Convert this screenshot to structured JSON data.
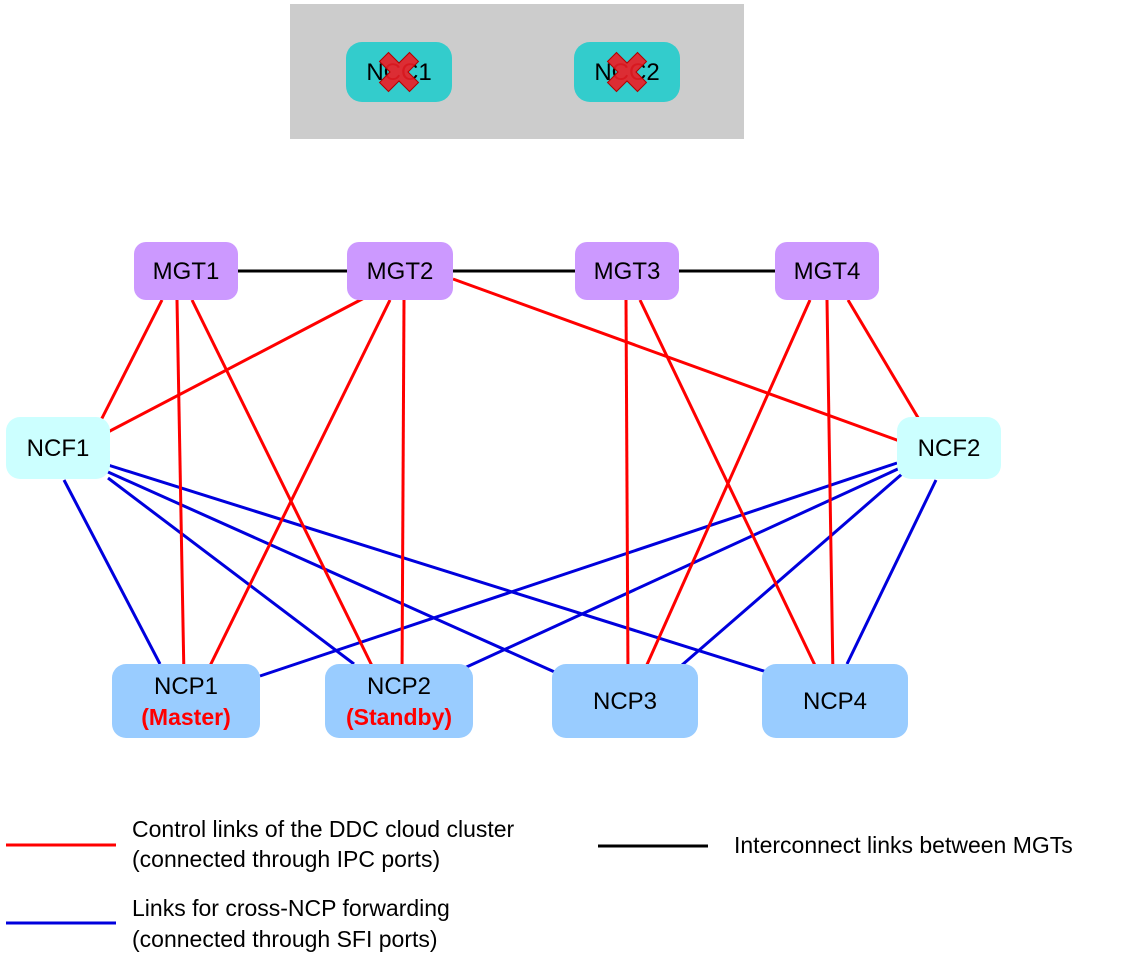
{
  "colors": {
    "control_link": "#ff0000",
    "forwarding_link": "#0000dd",
    "interconnect_link": "#000000",
    "ncc_fill": "#33cccc",
    "mgt_fill": "#cc99ff",
    "ncf_fill": "#ccffff",
    "ncp_fill": "#99ccff",
    "cluster_box_fill": "#cccccc",
    "fault_mark": "#ee1c24"
  },
  "ncc_nodes": [
    {
      "id": "NCC1",
      "label": "NCC1",
      "status_icon": "cross-icon"
    },
    {
      "id": "NCC2",
      "label": "NCC2",
      "status_icon": "cross-icon"
    }
  ],
  "mgt_nodes": [
    {
      "id": "MGT1",
      "label": "MGT1"
    },
    {
      "id": "MGT2",
      "label": "MGT2"
    },
    {
      "id": "MGT3",
      "label": "MGT3"
    },
    {
      "id": "MGT4",
      "label": "MGT4"
    }
  ],
  "ncf_nodes": [
    {
      "id": "NCF1",
      "label": "NCF1"
    },
    {
      "id": "NCF2",
      "label": "NCF2"
    }
  ],
  "ncp_nodes": [
    {
      "id": "NCP1",
      "label": "NCP1",
      "role": "(Master)"
    },
    {
      "id": "NCP2",
      "label": "NCP2",
      "role": "(Standby)"
    },
    {
      "id": "NCP3",
      "label": "NCP3",
      "role": ""
    },
    {
      "id": "NCP4",
      "label": "NCP4",
      "role": ""
    }
  ],
  "links": {
    "interconnect": [
      [
        "MGT1",
        "MGT2"
      ],
      [
        "MGT2",
        "MGT3"
      ],
      [
        "MGT3",
        "MGT4"
      ]
    ],
    "control": [
      [
        "MGT1",
        "NCF1"
      ],
      [
        "MGT1",
        "NCP1"
      ],
      [
        "MGT1",
        "NCP2"
      ],
      [
        "MGT2",
        "NCF1"
      ],
      [
        "MGT2",
        "NCP1"
      ],
      [
        "MGT2",
        "NCP2"
      ],
      [
        "MGT2",
        "NCF2"
      ],
      [
        "MGT3",
        "NCP3"
      ],
      [
        "MGT3",
        "NCP4"
      ],
      [
        "MGT4",
        "NCP3"
      ],
      [
        "MGT4",
        "NCP4"
      ],
      [
        "MGT4",
        "NCF2"
      ]
    ],
    "forwarding": [
      [
        "NCF1",
        "NCP1"
      ],
      [
        "NCF1",
        "NCP2"
      ],
      [
        "NCF1",
        "NCP3"
      ],
      [
        "NCF1",
        "NCP4"
      ],
      [
        "NCF2",
        "NCP1"
      ],
      [
        "NCF2",
        "NCP2"
      ],
      [
        "NCF2",
        "NCP3"
      ],
      [
        "NCF2",
        "NCP4"
      ]
    ]
  },
  "legend": {
    "control": {
      "line1": "Control links of the DDC cloud cluster",
      "line2": "(connected through IPC ports)"
    },
    "interconnect": {
      "line1": "Interconnect links between MGTs"
    },
    "forwarding": {
      "line1": "Links for cross-NCP forwarding",
      "line2": "(connected through SFI ports)"
    }
  }
}
